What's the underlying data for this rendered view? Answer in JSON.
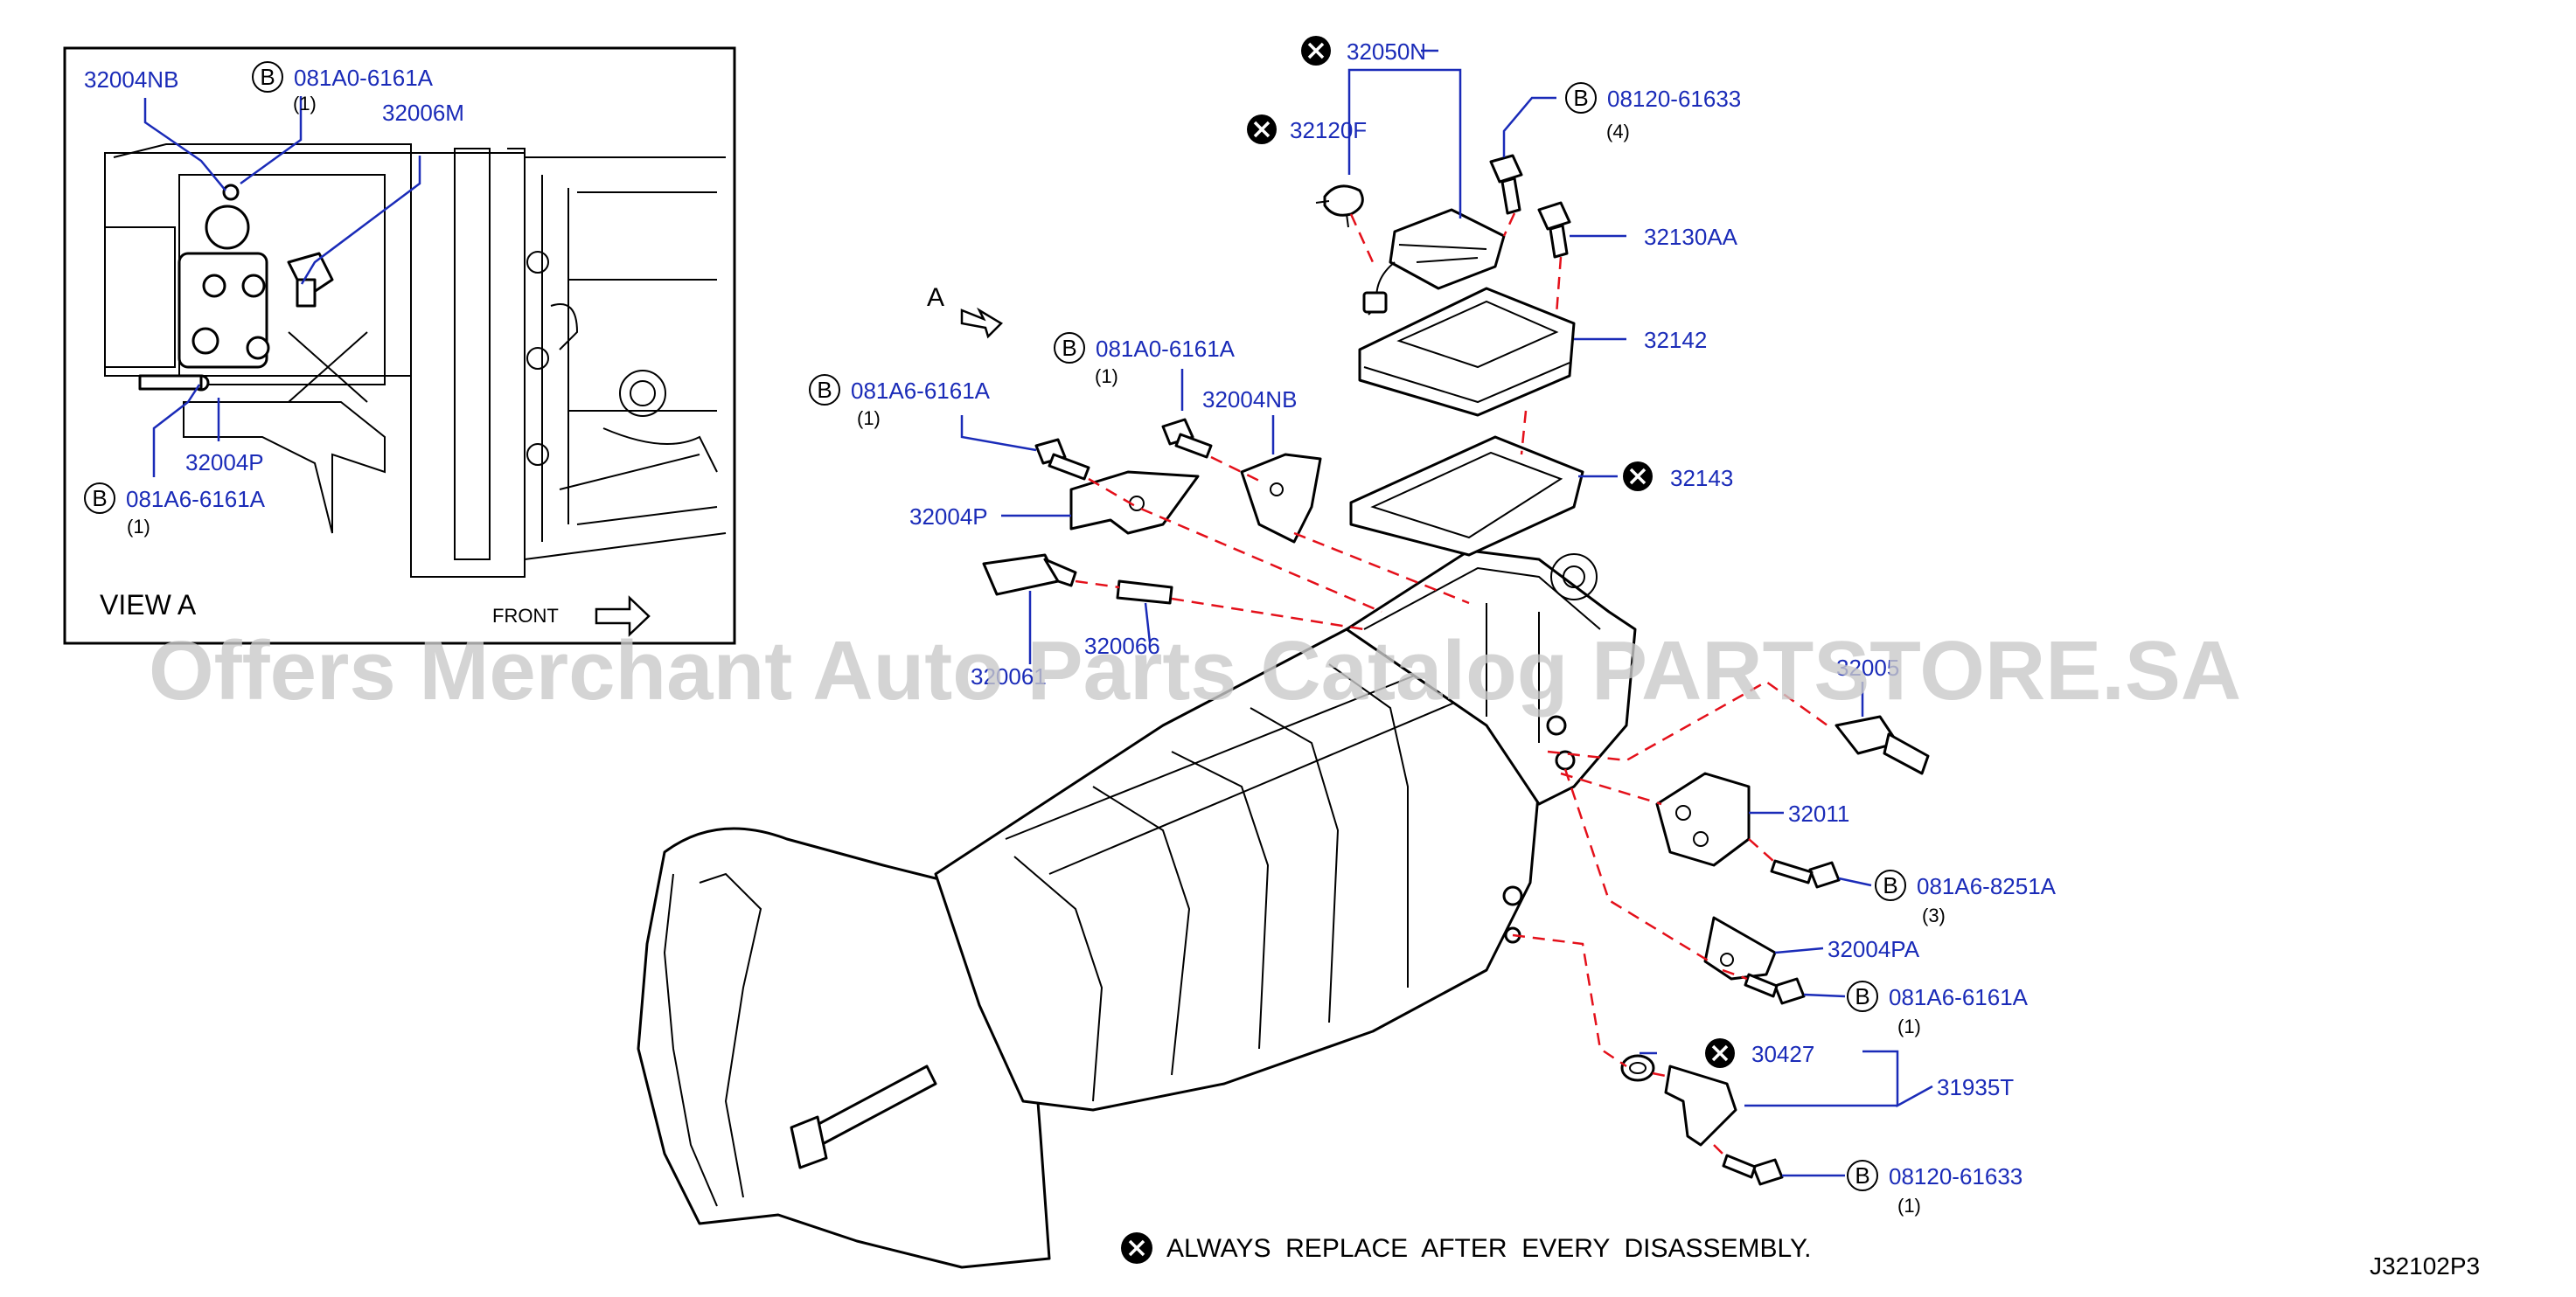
{
  "watermark": "Offers Merchant Auto Parts Catalog PARTSTORE.SA",
  "diagram_code": "J32102P3",
  "footnote": "ALWAYS  REPLACE  AFTER  EVERY  DISASSEMBLY.",
  "bolt_symbol": "B",
  "callout_a": "A",
  "inset": {
    "view_label": "VIEW   A",
    "front_label": "FRONT",
    "labels": {
      "p32004NB": "32004NB",
      "b081A0": "081A0-6161A",
      "b081A0_qty": "(1)",
      "p32006M": "32006M",
      "p32004P": "32004P",
      "b081A6": "081A6-6161A",
      "b081A6_qty": "(1)"
    }
  },
  "main": {
    "p32050N": "32050N",
    "p32120F": "32120F",
    "b08120_top": "08120-61633",
    "b08120_top_qty": "(4)",
    "p32130AA": "32130AA",
    "p32142": "32142",
    "p32143": "32143",
    "b081A0": "081A0-6161A",
    "b081A0_qty": "(1)",
    "p32004NB": "32004NB",
    "b081A6_left": "081A6-6161A",
    "b081A6_left_qty": "(1)",
    "p32004P": "32004P",
    "p32006M_a": "320066",
    "p32006M_b": "320061",
    "p32005": "32005",
    "p32011": "32011",
    "b081A6_8251": "081A6-8251A",
    "b081A6_8251_qty": "(3)",
    "p32004PA": "32004PA",
    "b081A6_right": "081A6-6161A",
    "b081A6_right_qty": "(1)",
    "p30427": "30427",
    "p31935T": "31935T",
    "b08120_bottom": "08120-61633",
    "b08120_bottom_qty": "(1)"
  },
  "colors": {
    "label": "#1a2bb8",
    "dash": "#e4101a",
    "line": "#000000"
  }
}
